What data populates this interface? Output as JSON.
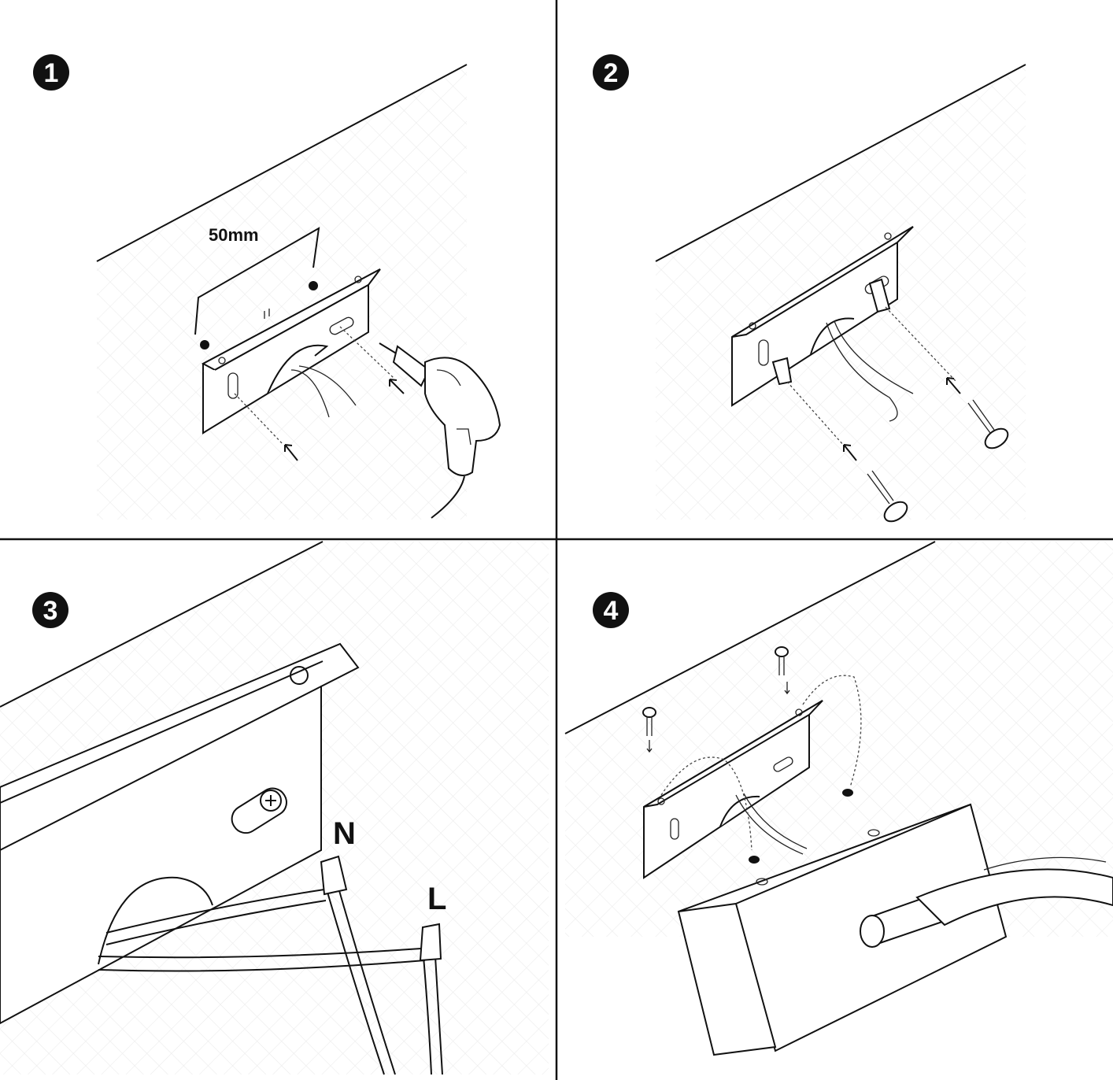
{
  "title": "Wall lamp installation steps",
  "steps": [
    {
      "number": "1",
      "label": "50mm"
    },
    {
      "number": "2"
    },
    {
      "number": "3",
      "wire_labels": [
        "N",
        "L"
      ]
    },
    {
      "number": "4"
    }
  ],
  "colors": {
    "line": "#111111",
    "background": "#ffffff",
    "wall_pattern": "#ececec"
  }
}
